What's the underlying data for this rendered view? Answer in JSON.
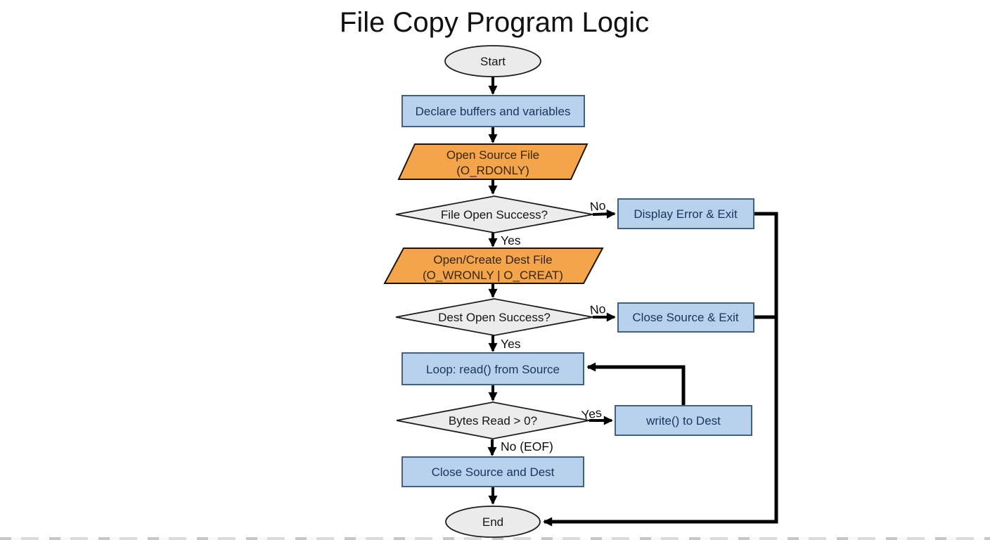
{
  "title": "File Copy Program Logic",
  "colors": {
    "background": "#ffffff",
    "process_fill": "#b8d1ec",
    "process_stroke": "#41617f",
    "process_text": "#17365d",
    "io_fill": "#f4a44b",
    "io_stroke": "#201505",
    "io_text": "#38250a",
    "decision_fill": "#ececec",
    "decision_stroke": "#1c1c1c",
    "terminator_fill": "#ebebeb",
    "terminator_stroke": "#1c1c1c",
    "connector": "#000000",
    "edge_label_text": "#0d0d0d",
    "title_text": "#111111"
  },
  "nodes": {
    "start": {
      "label": "Start",
      "type": "terminator"
    },
    "declare": {
      "label": "Declare buffers and variables",
      "type": "process"
    },
    "open_source": {
      "label_line1": "Open Source File",
      "label_line2": "(O_RDONLY)",
      "type": "input-output"
    },
    "file_open_success": {
      "label": "File Open Success?",
      "type": "decision"
    },
    "display_error_exit": {
      "label": "Display Error & Exit",
      "type": "process"
    },
    "open_create_dest": {
      "label_line1": "Open/Create Dest File",
      "label_line2": "(O_WRONLY | O_CREAT)",
      "type": "input-output"
    },
    "dest_open_success": {
      "label": "Dest Open Success?",
      "type": "decision"
    },
    "close_source_exit": {
      "label": "Close Source & Exit",
      "type": "process"
    },
    "loop_read": {
      "label": "Loop: read() from Source",
      "type": "process"
    },
    "bytes_read": {
      "label": "Bytes Read > 0?",
      "type": "decision"
    },
    "write_dest": {
      "label": "write() to Dest",
      "type": "process"
    },
    "close_source_dest": {
      "label": "Close Source and Dest",
      "type": "process"
    },
    "end": {
      "label": "End",
      "type": "terminator"
    }
  },
  "edge_labels": {
    "file_open_no": "No",
    "file_open_yes": "Yes",
    "dest_open_no": "No",
    "dest_open_yes": "Yes",
    "bytes_read_yes": "Yes",
    "bytes_read_no": "No (EOF)"
  }
}
